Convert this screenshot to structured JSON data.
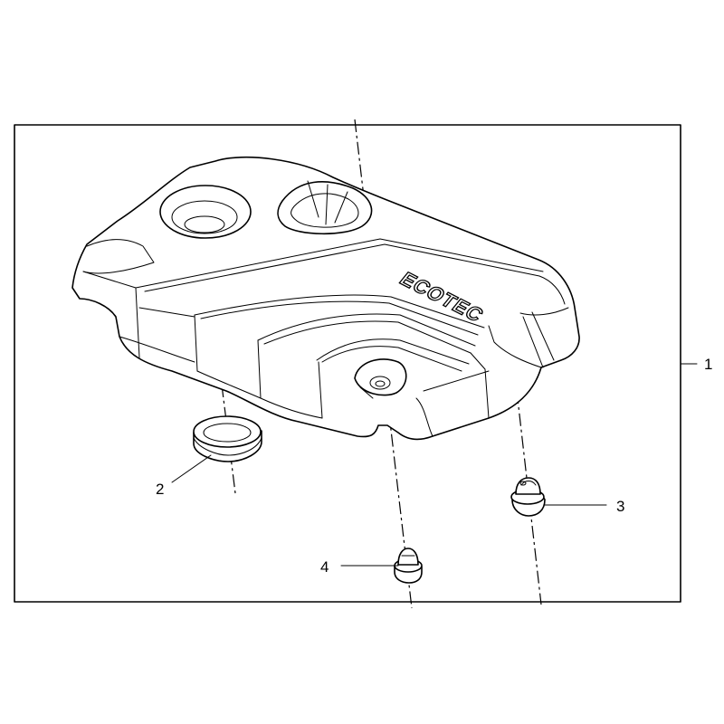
{
  "diagram": {
    "emblem_text": "ECOTEC",
    "callouts": [
      {
        "id": "1",
        "label": "1",
        "part": "engine-cover"
      },
      {
        "id": "2",
        "label": "2",
        "part": "grommet-ring"
      },
      {
        "id": "3",
        "label": "3",
        "part": "grommet-insulator"
      },
      {
        "id": "4",
        "label": "4",
        "part": "grommet-small"
      }
    ]
  }
}
